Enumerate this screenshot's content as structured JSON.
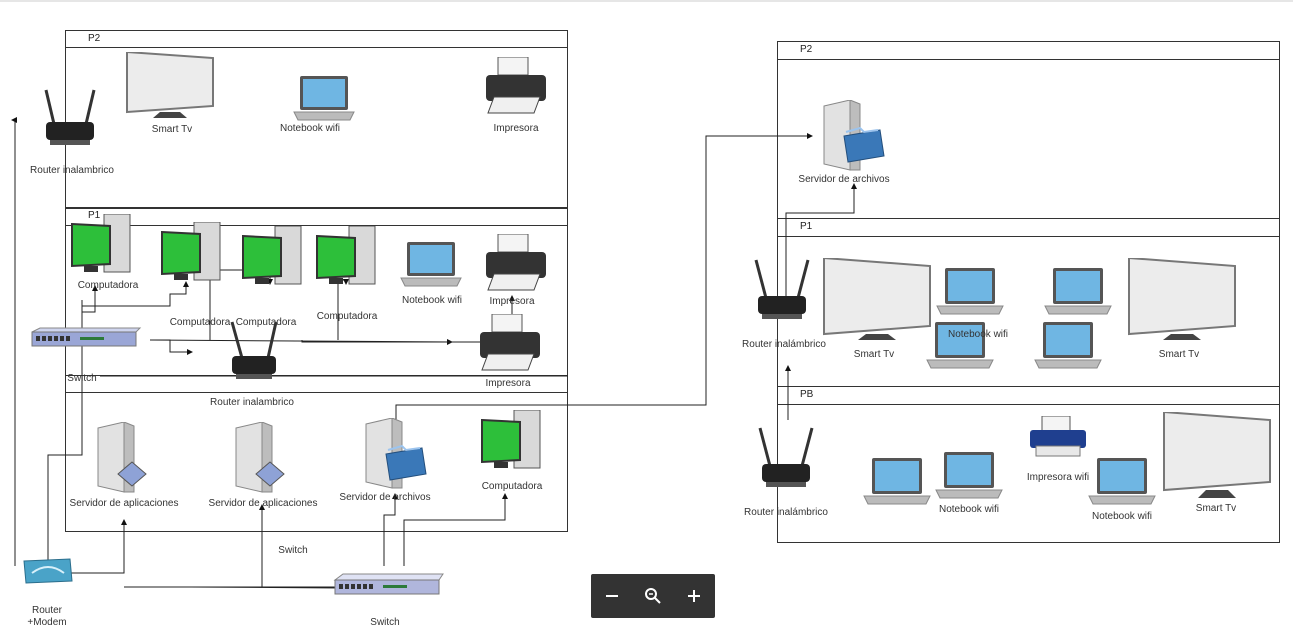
{
  "left_building": {
    "floors": [
      "P2",
      "P1"
    ],
    "p2_devices": [
      "Smart Tv",
      "Notebook wifi",
      "Impresora"
    ],
    "router_top": "Router inalambrico",
    "p1_devices": [
      "Computadora",
      "Computadora",
      "Computadora",
      "Computadora",
      "Notebook wifi",
      "Impresora",
      "Impresora"
    ],
    "switch_p1": "Switch",
    "router_mid": "Router inalambrico",
    "pb_devices": [
      "Servidor de aplicaciones",
      "Servidor de aplicaciones",
      "Servidor de archivos",
      "Computadora"
    ],
    "switch_floating": "Switch",
    "router_modem": "Router\n+Modem",
    "switch_bottom": "Switch"
  },
  "right_building": {
    "floors": [
      "P2",
      "P1",
      "PB"
    ],
    "p2_devices": [
      "Servidor de archivos"
    ],
    "router_p1": "Router inalámbrico",
    "p1_devices": [
      "Smart Tv",
      "Notebook wifi",
      "Smart Tv"
    ],
    "router_pb": "Router inalámbrico",
    "pb_devices": [
      "Impresora wifi",
      "Notebook wifi",
      "Notebook wifi",
      "Smart Tv"
    ]
  },
  "zoom_controls": {
    "zoom_out": "zoom-out-icon",
    "zoom_reset": "magnifier-icon",
    "zoom_in": "zoom-in-icon"
  },
  "colors": {
    "screen_green": "#2dbf3a",
    "switch_blue": "#9aa6d6",
    "folder_blue": "#3a78b8",
    "toolbar": "#333333"
  }
}
